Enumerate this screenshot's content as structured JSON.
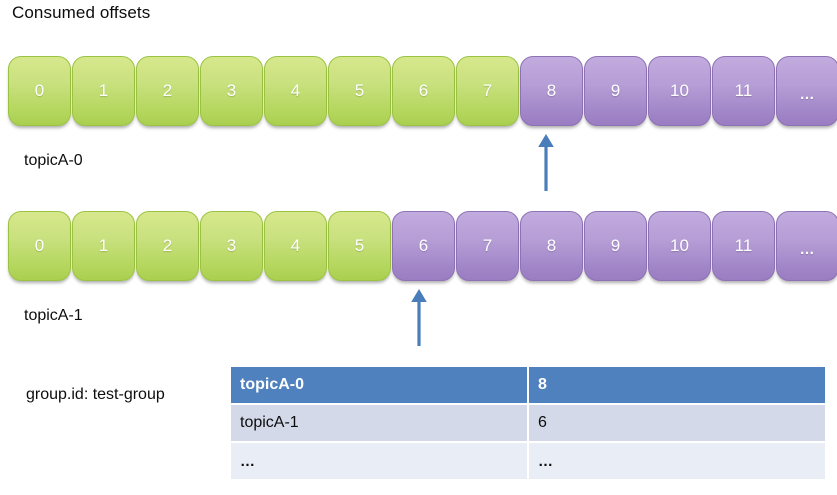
{
  "title": "Consumed offsets",
  "colors": {
    "consumed_cell": "#b3d65c",
    "pending_cell": "#a98ccc",
    "arrow": "#4a7ebb",
    "table_header": "#4e81bd",
    "table_row_alt": "#d3d9e9",
    "table_row": "#e9edf6",
    "text": "#0d0d0d"
  },
  "partitions": [
    {
      "label": "topicA-0",
      "current_offset": "8",
      "cells": [
        {
          "text": "0",
          "state": "consumed"
        },
        {
          "text": "1",
          "state": "consumed"
        },
        {
          "text": "2",
          "state": "consumed"
        },
        {
          "text": "3",
          "state": "consumed"
        },
        {
          "text": "4",
          "state": "consumed"
        },
        {
          "text": "5",
          "state": "consumed"
        },
        {
          "text": "6",
          "state": "consumed"
        },
        {
          "text": "7",
          "state": "consumed"
        },
        {
          "text": "8",
          "state": "pending"
        },
        {
          "text": "9",
          "state": "pending"
        },
        {
          "text": "10",
          "state": "pending"
        },
        {
          "text": "11",
          "state": "pending"
        },
        {
          "text": "…",
          "state": "pending"
        }
      ]
    },
    {
      "label": "topicA-1",
      "current_offset": "6",
      "cells": [
        {
          "text": "0",
          "state": "consumed"
        },
        {
          "text": "1",
          "state": "consumed"
        },
        {
          "text": "2",
          "state": "consumed"
        },
        {
          "text": "3",
          "state": "consumed"
        },
        {
          "text": "4",
          "state": "consumed"
        },
        {
          "text": "5",
          "state": "consumed"
        },
        {
          "text": "6",
          "state": "pending"
        },
        {
          "text": "7",
          "state": "pending"
        },
        {
          "text": "8",
          "state": "pending"
        },
        {
          "text": "9",
          "state": "pending"
        },
        {
          "text": "10",
          "state": "pending"
        },
        {
          "text": "11",
          "state": "pending"
        },
        {
          "text": "…",
          "state": "pending"
        }
      ]
    }
  ],
  "group": {
    "label": "group.id: test-group"
  },
  "offsets_table": {
    "rows": [
      {
        "topic": "topicA-0",
        "offset": "8"
      },
      {
        "topic": "topicA-1",
        "offset": "6"
      },
      {
        "topic": "…",
        "offset": "…"
      }
    ]
  }
}
